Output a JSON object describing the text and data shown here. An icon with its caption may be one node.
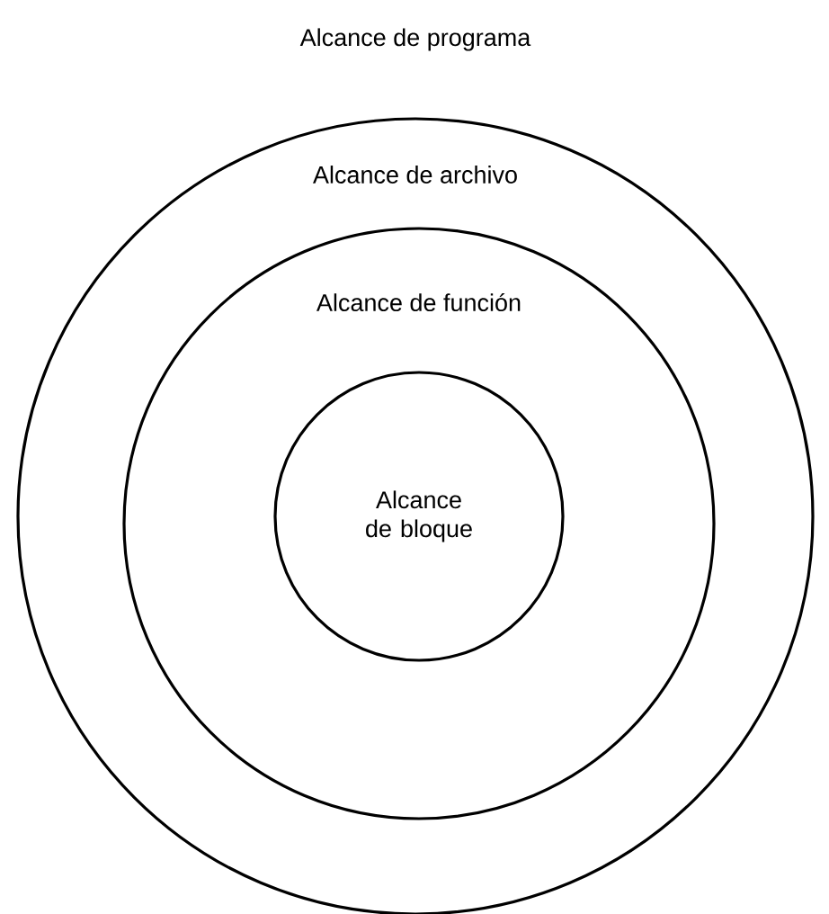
{
  "diagram": {
    "nodes": [
      {
        "text": [
          "Alcance de archivo"
        ]
      },
      {
        "text": [
          "Alcance de función"
        ],
        "in": 0
      },
      {
        "text": [
          "Alcance de bloque"
        ],
        "in": 1
      }
    ],
    "labels": [
      "Alcance de programa"
    ]
  }
}
